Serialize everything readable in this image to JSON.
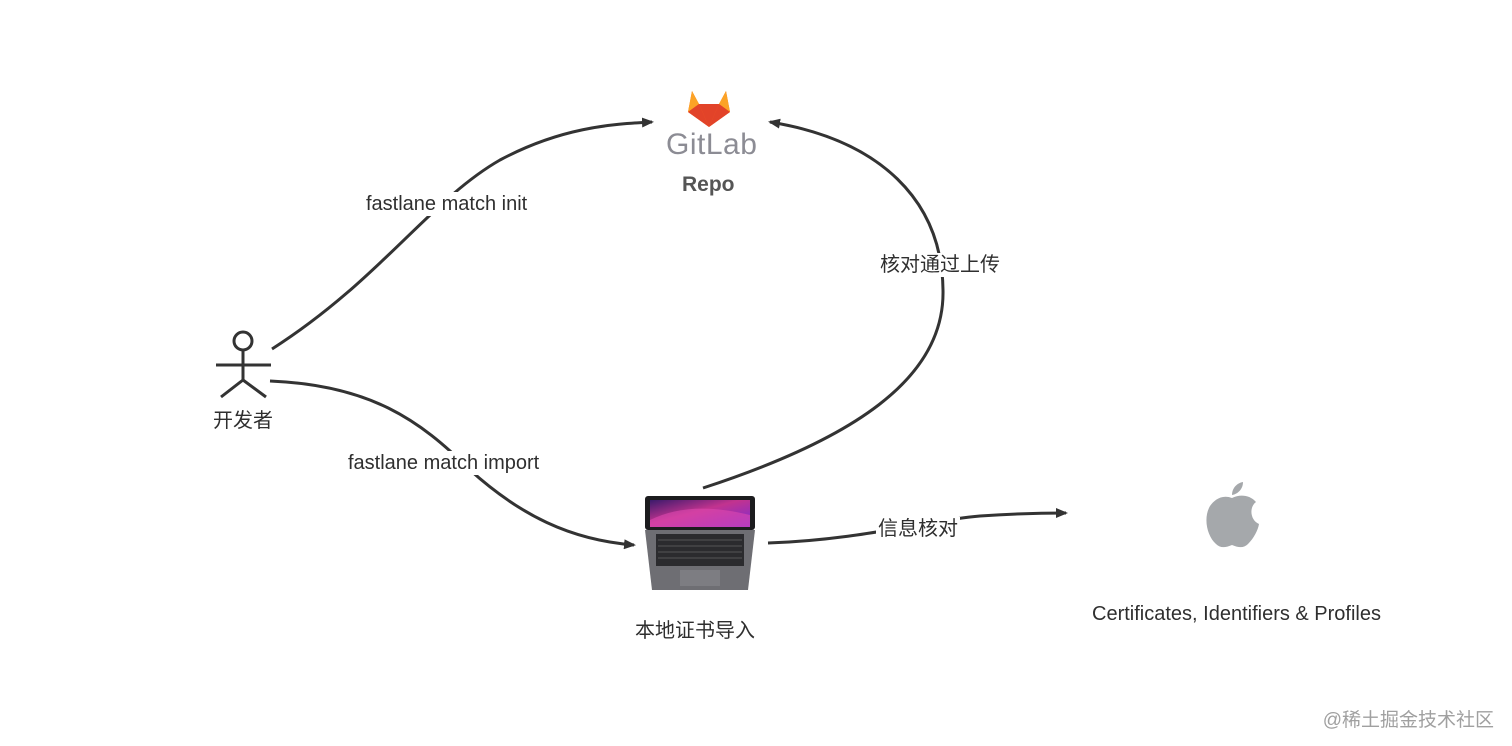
{
  "nodes": {
    "gitlab_logo_text": "GitLab",
    "repo_label": "Repo",
    "developer_label": "开发者",
    "local_import_label": "本地证书导入",
    "apple_portal_label": "Certificates, Identifiers & Profiles"
  },
  "edges": {
    "init_label": "fastlane match init",
    "import_label": "fastlane match import",
    "upload_label": "核对通过上传",
    "verify_label": "信息核对"
  },
  "watermark": "@稀土掘金技术社区",
  "colors": {
    "arrow": "#333333",
    "gitlab_orange": "#fc6d26",
    "gitlab_red": "#e24329",
    "gitlab_light": "#fca326",
    "apple_gray": "#a5a8ab",
    "laptop_body": "#6e6e73"
  }
}
